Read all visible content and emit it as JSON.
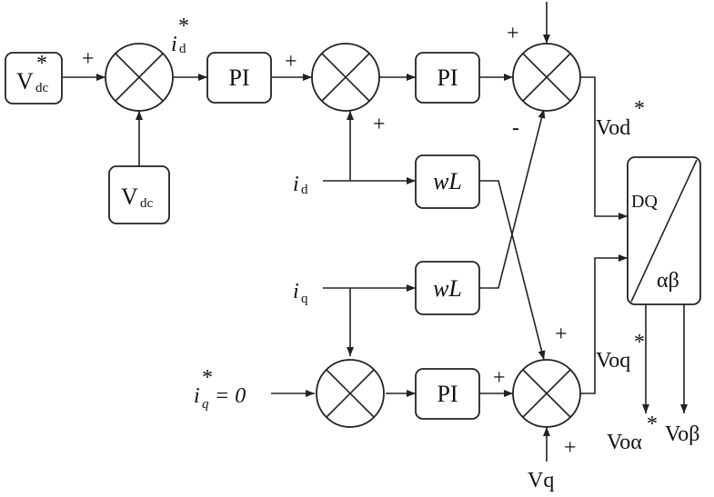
{
  "blocks": {
    "vdc_ref": {
      "main": "V",
      "sup": "*",
      "sub": "dc"
    },
    "vdc_meas": {
      "main": "V",
      "sub": "dc"
    },
    "pi_outer": "PI",
    "pi_d": "PI",
    "pi_q": "PI",
    "wl_d": "wL",
    "wl_q": "wL",
    "transform": {
      "top": "DQ",
      "bottom": "αβ"
    }
  },
  "signals": {
    "id_ref": {
      "main": "i",
      "sup": "*",
      "sub": "d"
    },
    "id_in": {
      "main": "i",
      "sub": "d"
    },
    "iq_in": {
      "main": "i",
      "sub": "q"
    },
    "iq_ref": {
      "main": "i",
      "sub": "q",
      "sup": "*",
      "rest": "= 0"
    },
    "vod_ref": {
      "main": "Vod",
      "sup": "*"
    },
    "voq_ref": {
      "main": "Voq",
      "sup": "*"
    },
    "voa_ref": {
      "main": "Voα",
      "sup": "*"
    },
    "vob": "Voβ",
    "vq": "Vq"
  },
  "signs": {
    "s1_vdc_ref": "+",
    "s2_id_ref": "+",
    "s2_id": "+",
    "s3_top": "+",
    "s3_right": "-",
    "s4_cross": "+",
    "s4_pi": "+",
    "s4_bottom": "+"
  }
}
